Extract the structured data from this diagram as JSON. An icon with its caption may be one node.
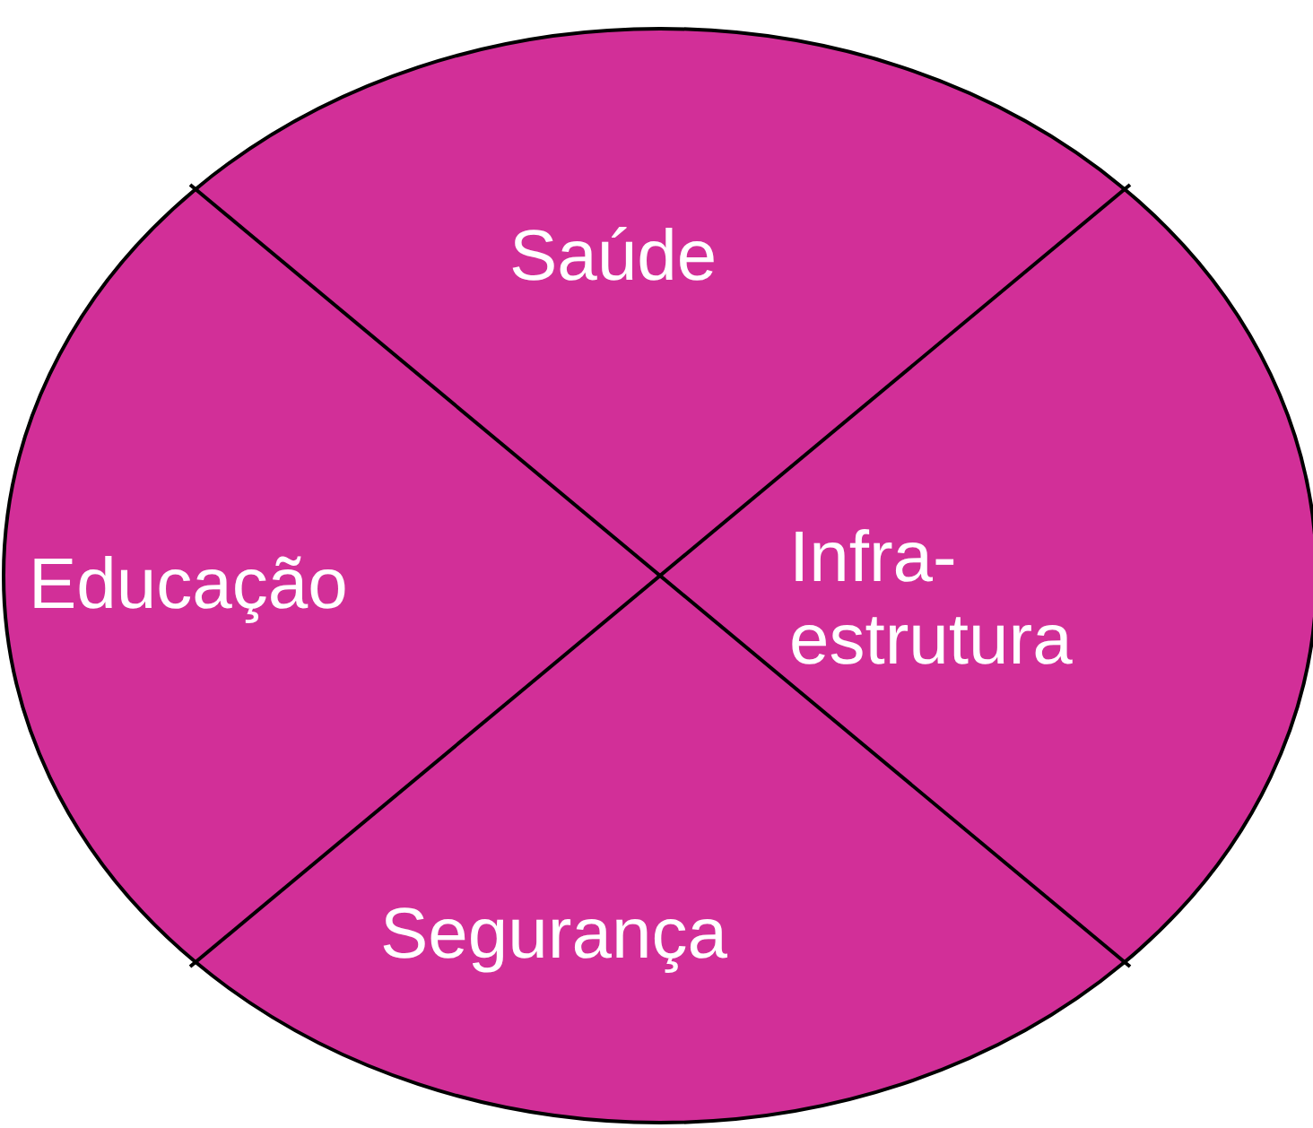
{
  "diagram": {
    "nodes": [
      {
        "text": [
          "Saúde"
        ]
      },
      {
        "text": [
          "Educação"
        ]
      },
      {
        "text": [
          "Infra- estrutura"
        ]
      },
      {
        "text": [
          "Segurança"
        ]
      }
    ]
  }
}
